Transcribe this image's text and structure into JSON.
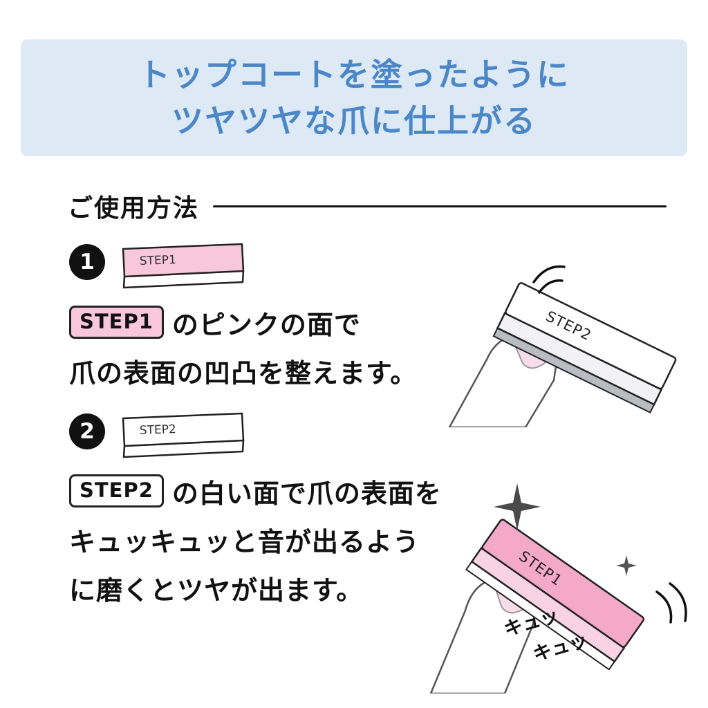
{
  "header": {
    "line1": "トップコートを塗ったように",
    "line2": "ツヤツヤな爪に仕上がる"
  },
  "usage": {
    "title": "ご使用方法"
  },
  "steps": [
    {
      "number": "1",
      "bar_label": "STEP1",
      "chip_label": "STEP1",
      "text_line1": "のピンクの面で",
      "text_line2": "爪の表面の凹凸を整えます。"
    },
    {
      "number": "2",
      "bar_label": "STEP2",
      "chip_label": "STEP2",
      "text_line1": "の白い面で爪の表面を",
      "text_line2": "キュッキュッと音が出るよう",
      "text_line3": "に磨くとツヤが出ます。"
    }
  ],
  "illustrations": {
    "top_buffer_label": "STEP2",
    "bottom_buffer_label": "STEP1",
    "sound_text_1": "キュッ",
    "sound_text_2": "キュッ"
  },
  "colors": {
    "header_bg": "#dde9f5",
    "header_text": "#4b87c6",
    "pink_light": "#f8c8da",
    "pink_strong": "#f3a9c7",
    "nail_pink": "#f8dde8",
    "ink": "#111111"
  }
}
